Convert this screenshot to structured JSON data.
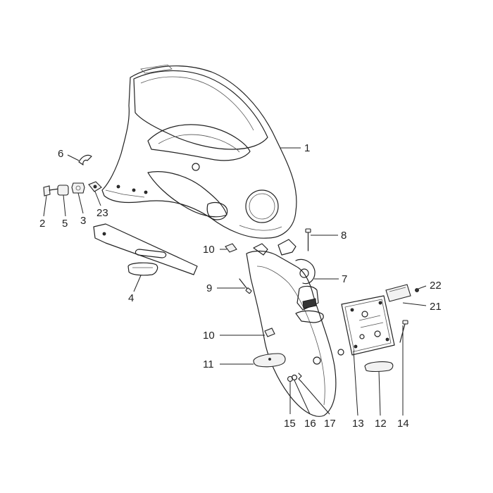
{
  "callouts": {
    "c1": "1",
    "c2": "2",
    "c3": "3",
    "c4": "4",
    "c5": "5",
    "c6": "6",
    "c7": "7",
    "c8": "8",
    "c9": "9",
    "c10a": "10",
    "c10b": "10",
    "c11": "11",
    "c12": "12",
    "c13": "13",
    "c14": "14",
    "c15": "15",
    "c16": "16",
    "c17": "17",
    "c21": "21",
    "c22": "22",
    "c23": "23"
  }
}
